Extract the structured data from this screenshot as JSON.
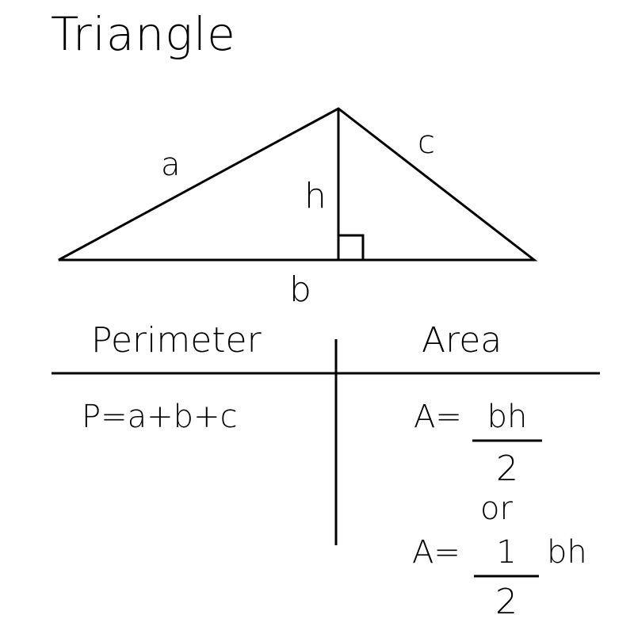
{
  "title": "Triangle",
  "diagram": {
    "side_a": "a",
    "side_b": "b",
    "side_c": "c",
    "height": "h",
    "right_angle_marker": "right-angle-square"
  },
  "table": {
    "perimeter_header": "Perimeter",
    "area_header": "Area",
    "perimeter_formula": "P=a+b+c",
    "area_formula_1": {
      "lhs": "A=",
      "numerator": "bh",
      "denominator": "2"
    },
    "or_text": "or",
    "area_formula_2": {
      "lhs": "A=",
      "numerator": "1",
      "denominator": "2",
      "suffix": "bh"
    }
  }
}
